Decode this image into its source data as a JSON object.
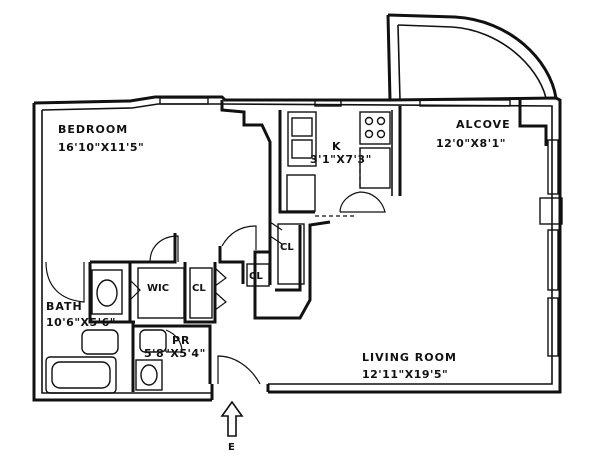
{
  "rooms": {
    "bedroom": {
      "name": "BEDROOM",
      "dims": "16'10\"X11'5\""
    },
    "alcove": {
      "name": "ALCOVE",
      "dims": "12'0\"X8'1\""
    },
    "kitchen": {
      "name": "K",
      "dims": "3'1\"X7'3\""
    },
    "bath": {
      "name": "BATH",
      "dims": "10'6\"X5'6\""
    },
    "powder": {
      "name": "PR",
      "dims": "5'8\"X5'4\""
    },
    "living": {
      "name": "LIVING ROOM",
      "dims": "12'11\"X19'5\""
    }
  },
  "closets": {
    "wic": "WIC",
    "cl1": "CL",
    "cl2": "CL",
    "cl3": "CL"
  },
  "entrance": {
    "label": "E"
  }
}
